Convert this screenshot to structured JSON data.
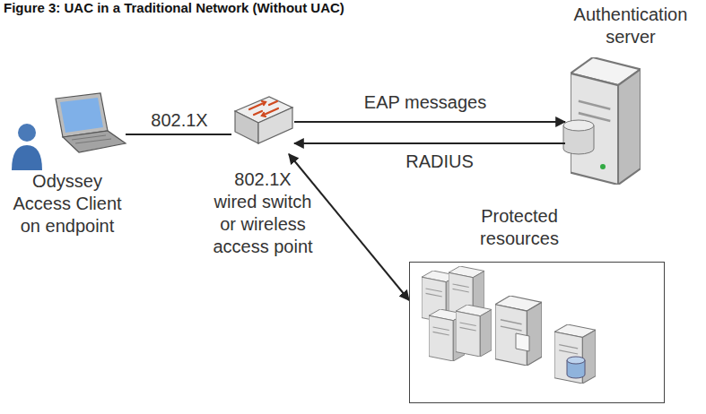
{
  "diagram": {
    "title": "Figure 3: UAC in a Traditional Network (Without UAC)",
    "nodes": [
      {
        "text": [
          "Odyssey Access Client on endpoint"
        ]
      },
      {
        "text": [
          "802.1X wired switch or wireless access point"
        ]
      },
      {
        "text": [
          "Authentication server"
        ]
      },
      {
        "text": [
          "Protected resources"
        ]
      }
    ],
    "edges": [
      {
        "from": 0,
        "to": 1,
        "label": "802.1X",
        "arrow": "none"
      },
      {
        "from": 1,
        "to": 2,
        "label": "EAP messages",
        "arrow": "to"
      },
      {
        "from": 2,
        "to": 1,
        "label": "RADIUS",
        "arrow": "to"
      },
      {
        "from": 1,
        "to": 3,
        "arrow": "both"
      }
    ]
  }
}
